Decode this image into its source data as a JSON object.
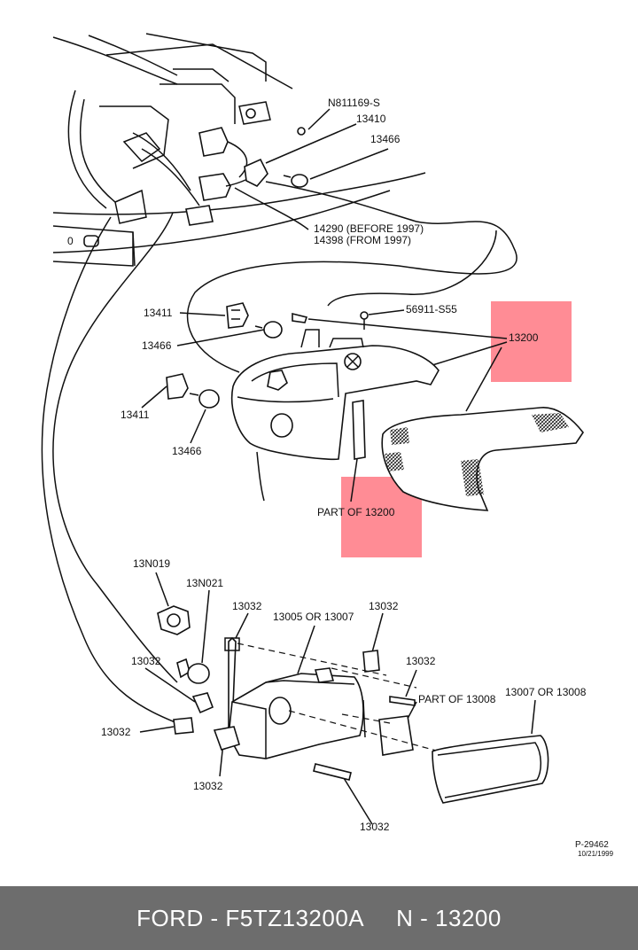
{
  "labels": {
    "n811169s": "N811169-S",
    "p13410": "13410",
    "p13466_top": "13466",
    "p14290": "14290 (BEFORE 1997)",
    "p14398": "14398 (FROM 1997)",
    "p13411_a": "13411",
    "p13466_a": "13466",
    "p56911": "56911-S55",
    "p13200": "13200",
    "p13411_b": "13411",
    "p13466_b": "13466",
    "part_of_13200": "PART OF 13200",
    "p13n019": "13N019",
    "p13n021": "13N021",
    "p13032_a": "13032",
    "p13005": "13005 OR 13007",
    "p13032_b": "13032",
    "p13032_c": "13032",
    "p13032_d": "13032",
    "part_of_13008": "PART OF 13008",
    "p13007_13008": "13007 OR 13008",
    "p13032_e": "13032",
    "p13032_f": "13032",
    "p13032_g": "13032",
    "zero_mark": "0",
    "diagram_id": "P-29462",
    "diagram_date": "10/21/1999"
  },
  "footer": {
    "part_number": "FORD - F5TZ13200A",
    "reference": "N - 13200"
  },
  "colors": {
    "highlight": "#ff6f7a",
    "footer_bg": "#6d6d6d",
    "footer_text": "#ffffff"
  }
}
